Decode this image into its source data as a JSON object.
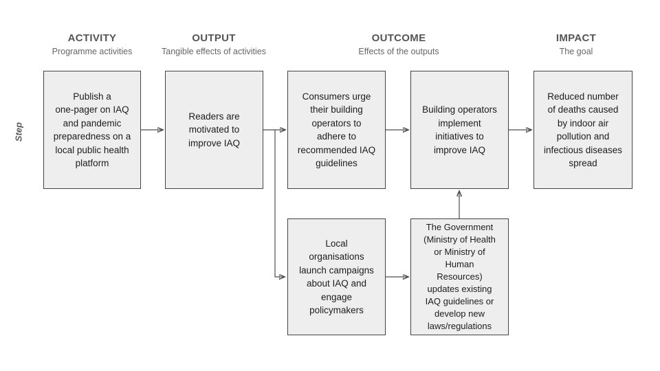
{
  "diagram": {
    "step_label": "Step",
    "headers": [
      {
        "title": "ACTIVITY",
        "subtitle": "Programme activities"
      },
      {
        "title": "OUTPUT",
        "subtitle": "Tangible effects of activities"
      },
      {
        "title": "OUTCOME",
        "subtitle": "Effects of the outputs"
      },
      {
        "title": "IMPACT",
        "subtitle": "The goal"
      }
    ],
    "boxes": [
      {
        "id": "activity-publish",
        "text": "Publish a\none-pager on IAQ\nand pandemic\npreparedness on a\nlocal public health\nplatform"
      },
      {
        "id": "output-readers",
        "text": "Readers are\nmotivated to\nimprove IAQ"
      },
      {
        "id": "outcome-consumers",
        "text": "Consumers urge\ntheir building\noperators to\nadhere to\nrecommended IAQ\nguidelines"
      },
      {
        "id": "outcome-building-operators",
        "text": "Building operators\nimplement\ninitiatives to\nimprove IAQ"
      },
      {
        "id": "impact-reduced-deaths",
        "text": "Reduced number\nof deaths caused\nby indoor air\npollution and\ninfectious diseases\nspread"
      },
      {
        "id": "outcome-local-organisations",
        "text": "Local\norganisations\nlaunch campaigns\nabout IAQ and\nengage\npolicymakers"
      },
      {
        "id": "outcome-government",
        "text": "The Government\n(Ministry of Health\nor Ministry of\nHuman\nResources)\nupdates existing\nIAQ guidelines or\ndevelop new\nlaws/regulations"
      }
    ],
    "colors": {
      "background": "#ffffff",
      "box_fill": "#eeeeee",
      "box_border": "#434343",
      "arrow": "#4d4d4d",
      "heading_text": "#555555",
      "subtitle_text": "#666666",
      "box_text": "#1c1c1c"
    }
  }
}
